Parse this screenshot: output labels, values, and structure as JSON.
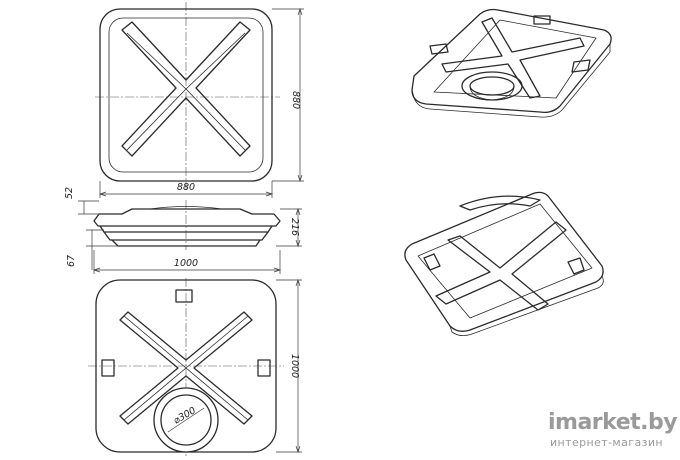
{
  "dimensions": {
    "top_width": "880",
    "top_depth": "880",
    "flange_height": "52",
    "total_height": "216",
    "bottom_height": "67",
    "base_width": "1000",
    "base_depth": "1000",
    "neck_diameter": "⌀300"
  },
  "brand": {
    "logo": "imarket.by",
    "tagline": "интернет-магазин"
  },
  "colors": {
    "line": "#2b2b2b",
    "logo": "#9a9a9a",
    "background": "#ffffff"
  }
}
